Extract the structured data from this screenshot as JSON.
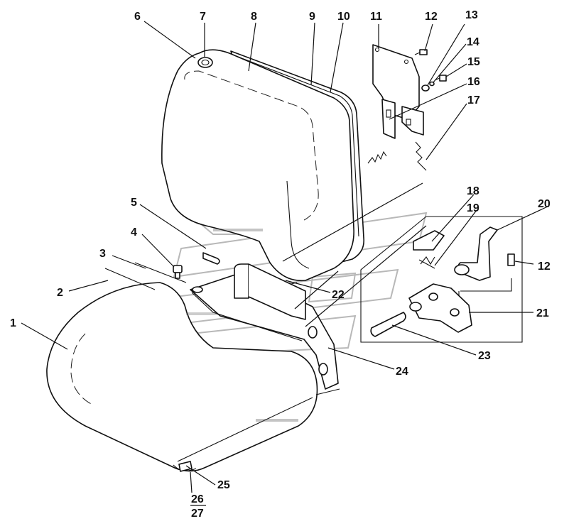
{
  "callouts": [
    {
      "id": "1",
      "label": "1"
    },
    {
      "id": "2",
      "label": "2"
    },
    {
      "id": "3",
      "label": "3"
    },
    {
      "id": "4",
      "label": "4"
    },
    {
      "id": "5",
      "label": "5"
    },
    {
      "id": "6",
      "label": "6"
    },
    {
      "id": "7",
      "label": "7"
    },
    {
      "id": "8",
      "label": "8"
    },
    {
      "id": "9",
      "label": "9"
    },
    {
      "id": "10",
      "label": "10"
    },
    {
      "id": "11",
      "label": "11"
    },
    {
      "id": "12a",
      "label": "12"
    },
    {
      "id": "13",
      "label": "13"
    },
    {
      "id": "14",
      "label": "14"
    },
    {
      "id": "15",
      "label": "15"
    },
    {
      "id": "16",
      "label": "16"
    },
    {
      "id": "17",
      "label": "17"
    },
    {
      "id": "18",
      "label": "18"
    },
    {
      "id": "19",
      "label": "19"
    },
    {
      "id": "20",
      "label": "20"
    },
    {
      "id": "21",
      "label": "21"
    },
    {
      "id": "12b",
      "label": "12"
    },
    {
      "id": "22",
      "label": "22"
    },
    {
      "id": "23",
      "label": "23"
    },
    {
      "id": "24",
      "label": "24"
    },
    {
      "id": "25",
      "label": "25"
    },
    {
      "id": "26",
      "label": "26"
    },
    {
      "id": "27",
      "label": "27"
    }
  ],
  "colors": {
    "line": "#111111",
    "watermark": "#b8b8b8",
    "background": "#ffffff"
  }
}
